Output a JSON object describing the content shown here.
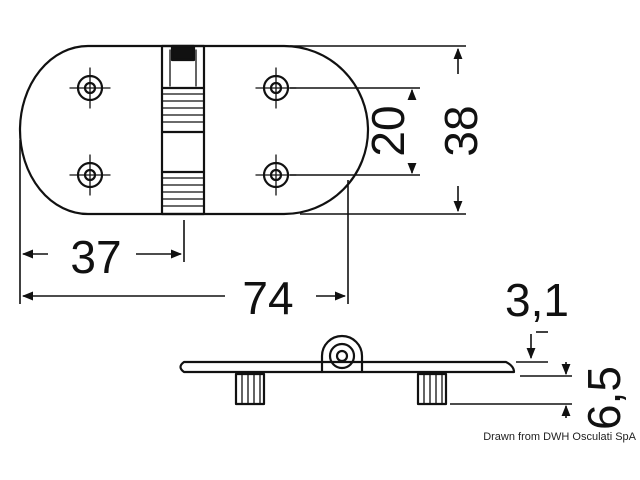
{
  "dimensions": {
    "hole_spacing": "20",
    "height": "38",
    "half_width": "37",
    "total_width": "74",
    "thickness": "3,1",
    "overall_thickness": "6,5"
  },
  "credit": "Drawn from DWH Osculati SpA",
  "colors": {
    "line": "#111111",
    "background": "#ffffff"
  }
}
